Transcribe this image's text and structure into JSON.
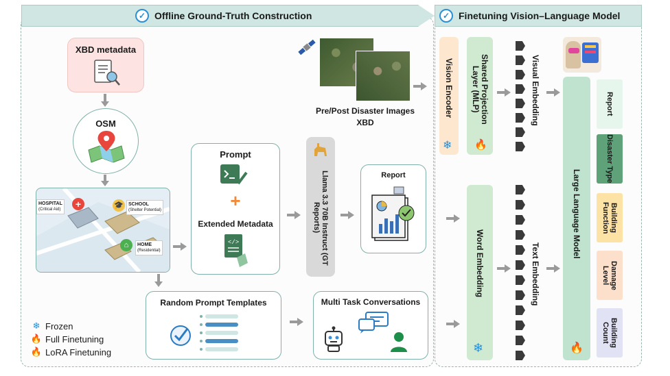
{
  "left_panel": {
    "title": "Offline Ground-Truth Construction"
  },
  "right_panel": {
    "title": "Finetuning Vision–Language Model"
  },
  "xbd_metadata": {
    "label": "XBD metadata"
  },
  "osm": {
    "label": "OSM"
  },
  "map_labels": {
    "hospital": "HOSPITAL",
    "hospital_sub": "(Critical Aid)",
    "school": "SCHOOL",
    "school_sub": "(Shelter Potential)",
    "home": "HOME",
    "home_sub": "(Residential)"
  },
  "images": {
    "line1": "Pre/Post Disaster Images",
    "line2": "XBD"
  },
  "prompt_box": {
    "title": "Prompt",
    "plus": "+",
    "subtitle": "Extended Metadata"
  },
  "llama": {
    "label": "Llama 3.3 70B Instruct (GT Reports)"
  },
  "report_box": {
    "title": "Report"
  },
  "random_prompt": {
    "title": "Random Prompt Templates"
  },
  "multi_task": {
    "title": "Multi Task Conversations"
  },
  "legend": {
    "frozen": "Frozen",
    "full": "Full Finetuning",
    "lora": "LoRA Finetuning"
  },
  "model": {
    "vision_encoder": "Vision Encoder",
    "projection": "Shared Projection Layer (MLP)",
    "visual_embedding": "Visual Embedding",
    "word_embedding": "Word Embedding",
    "text_embedding": "Text Embedding",
    "llm": "Large Language Model"
  },
  "outputs": [
    "Report",
    "Disaster Type",
    "Building Function",
    "Damage Level",
    "Building Count"
  ],
  "colors": {
    "banner": "#cfe6e2",
    "xbd_box": "#fde3e1",
    "vision_encoder": "#fde8cf",
    "projection": "#cfead0",
    "llm": "#bfe3cf",
    "out_report": "#e6f6ec",
    "out_disaster": "#5fa27a",
    "out_function": "#fde2a6",
    "out_damage": "#fde0cc",
    "out_count": "#e2e2f5"
  }
}
